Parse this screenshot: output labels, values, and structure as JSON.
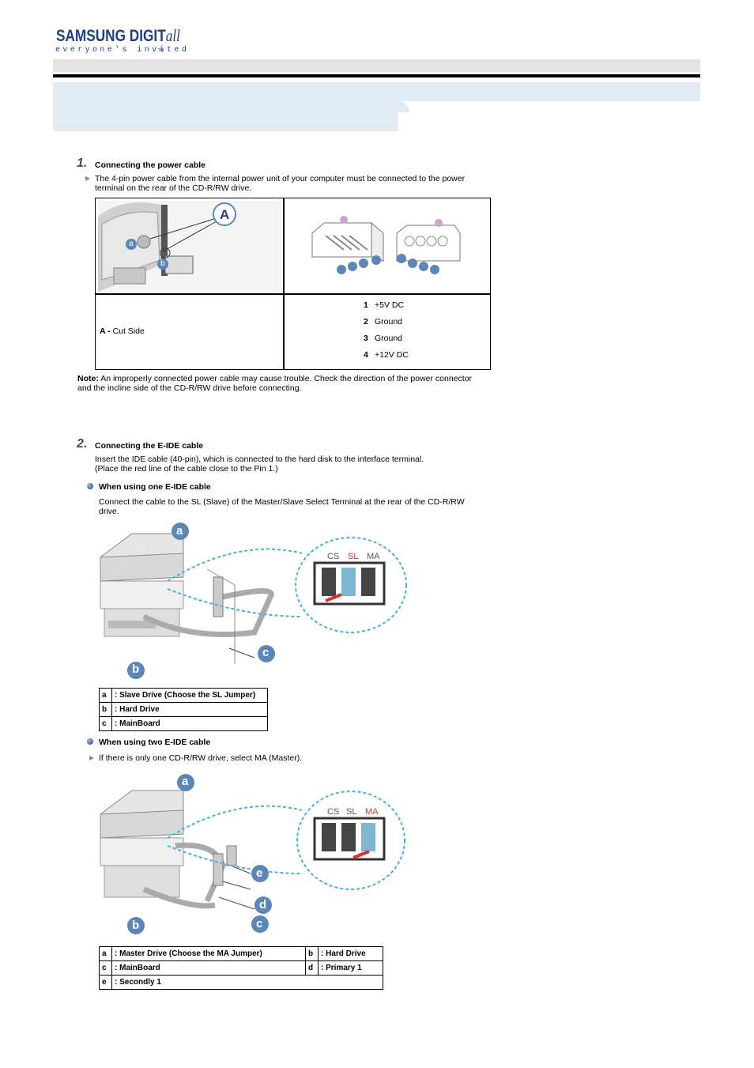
{
  "logo": {
    "brand": "SAMSUNG DIGIT",
    "brand_suffix": "all",
    "tagline": "everyone's invited",
    "tm": "TM"
  },
  "section1": {
    "number": "1.",
    "title": "Connecting the power cable",
    "text_line1": "The 4-pin power cable from the internal power unit of your computer must be connected to the power",
    "text_line2": "terminal on the rear of the CD-R/RW drive.",
    "label_A": "A",
    "label_a": "a",
    "label_b": "b",
    "cut_side_prefix": "A -",
    "cut_side": "Cut Side",
    "pins": [
      {
        "num": "1",
        "label": "+5V DC"
      },
      {
        "num": "2",
        "label": "Ground"
      },
      {
        "num": "3",
        "label": "Ground"
      },
      {
        "num": "4",
        "label": "+12V DC"
      }
    ],
    "note_prefix": "Note:",
    "note_line1": "An improperly connected power cable may cause trouble. Check the direction of the power connector",
    "note_line2": "and the incline side of the CD-R/RW drive before connecting."
  },
  "section2": {
    "number": "2.",
    "title": "Connecting the E-IDE cable",
    "text_line1": "Insert the IDE cable (40-pin), which is connected to the hard disk to the interface terminal.",
    "text_line2": "(Place the red line of the cable close to the Pin 1.)",
    "one_cable": {
      "title": "When using one E-IDE cable",
      "text_line1": "Connect the cable to the SL (Slave) of the Master/Slave Select Terminal at the rear of the CD-R/RW",
      "text_line2": "drive.",
      "jumper_labels": [
        "CS",
        "SL",
        "MA"
      ],
      "callouts": [
        "a",
        "b",
        "c"
      ],
      "legend": [
        {
          "key": "a",
          "value": ": Slave Drive (Choose the SL Jumper)"
        },
        {
          "key": "b",
          "value": ": Hard Drive"
        },
        {
          "key": "c",
          "value": ": MainBoard"
        }
      ]
    },
    "two_cable": {
      "title": "When using two E-IDE cable",
      "text": "If there is only one CD-R/RW drive, select MA (Master).",
      "jumper_labels": [
        "CS",
        "SL",
        "MA"
      ],
      "callouts": [
        "a",
        "b",
        "c",
        "d",
        "e"
      ],
      "legend": [
        {
          "k1": "a",
          "v1": ": Master Drive (Choose the MA Jumper)",
          "k2": "b",
          "v2": ": Hard Drive"
        },
        {
          "k1": "c",
          "v1": ": MainBoard",
          "k2": "d",
          "v2": ": Primary 1"
        },
        {
          "k1": "e",
          "v1": ": Secondly 1"
        }
      ]
    }
  },
  "colors": {
    "brand_blue": "#1b3f8f",
    "band_blue": "#e2ebf3",
    "callout_blue": "#5b87b8",
    "jumper_red": "#d8332b",
    "dashed_cyan": "#3fb4d8"
  }
}
